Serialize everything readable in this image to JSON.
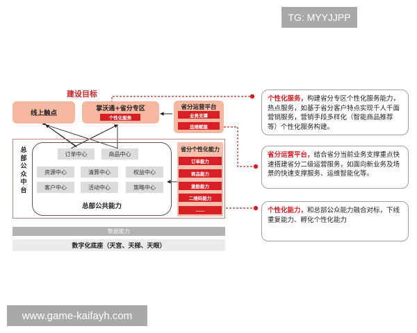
{
  "watermarks": {
    "top_right": "TG: MYYJJPP",
    "bottom_left": "www.game-kaifayh.com"
  },
  "diagram": {
    "goal_title": "建设目标",
    "online_touchpoint": "线上触点",
    "zone": {
      "title": "掌沃通+省分专区",
      "tag": "个性化服务"
    },
    "ops_platform": {
      "title": "省分运营平台",
      "items": [
        "业务支撑",
        "运维赋能"
      ]
    },
    "hq_midplatform": {
      "side_label": [
        "总",
        "部",
        "公",
        "众",
        "中",
        "台"
      ],
      "public_capability_title": "总部公共能力",
      "centers_top": [
        "订单中心",
        "商品中心"
      ],
      "centers_grid": [
        [
          "资源中心",
          "清算中心",
          "权益中心"
        ],
        [
          "客户中心",
          "活动中心",
          "策略中心"
        ]
      ]
    },
    "provincial_capability": {
      "title": "省分个性化能力",
      "items": [
        "订单能力",
        "商品能力",
        "激励能力",
        "二维码能力",
        "……"
      ]
    },
    "data_capability": "数据能力",
    "digital_base": "数字化底座（天宫、天梯、天眼）"
  },
  "callouts": [
    {
      "highlight": "个性化服务，",
      "text": "构建省分专区个性化服务能力，热点服务，如基于省分客户特点实现千人千面营销服务，营销手段多样化（智能商品推荐等）个性化服务构建。"
    },
    {
      "highlight": "省分运营平台，",
      "text": "结合省分当前业务支撑重点快速搭建省分二级运营服务，如面向新业务及场景的快速支撑服务、运维智能化等。"
    },
    {
      "highlight": "个性化能力，",
      "text": "和总部公众能力融合对标，下线重复能力、孵化个性化能力"
    }
  ],
  "colors": {
    "accent_red": "#d71f26",
    "salmon": "#f6b8a1",
    "gray_box": "#dcdcdc",
    "data_bar": "#b3b3b3",
    "base_bar": "#ebebeb"
  }
}
